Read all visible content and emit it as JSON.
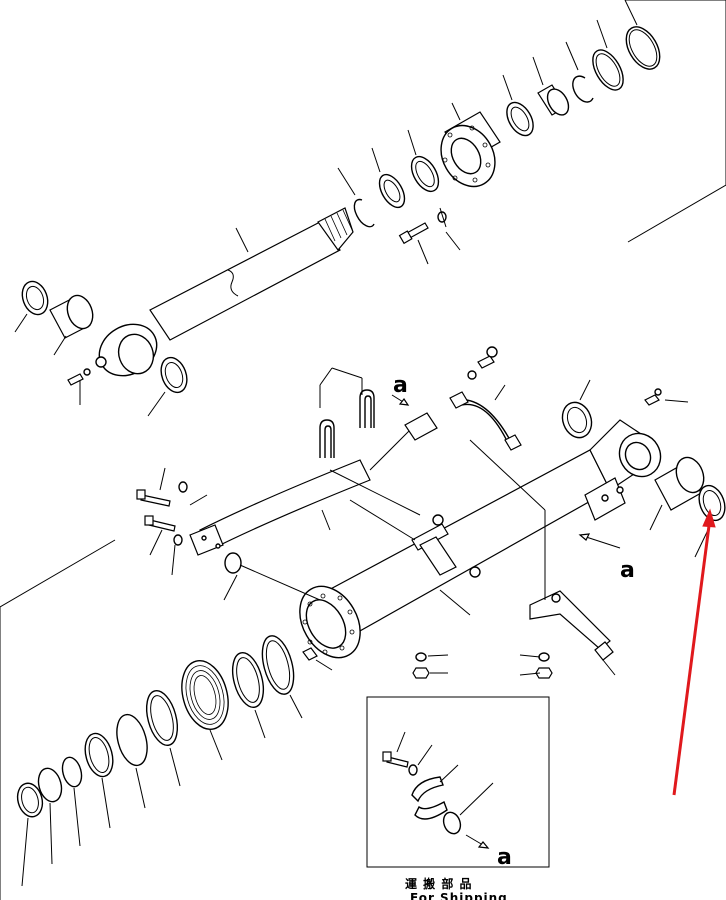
{
  "callout_letter": "a",
  "box_caption_jp": "運 搬 部 品",
  "box_caption_en": "For Shipping",
  "colors": {
    "line": "#000000",
    "highlight_arrow": "#e0191d",
    "background": "#ffffff"
  }
}
